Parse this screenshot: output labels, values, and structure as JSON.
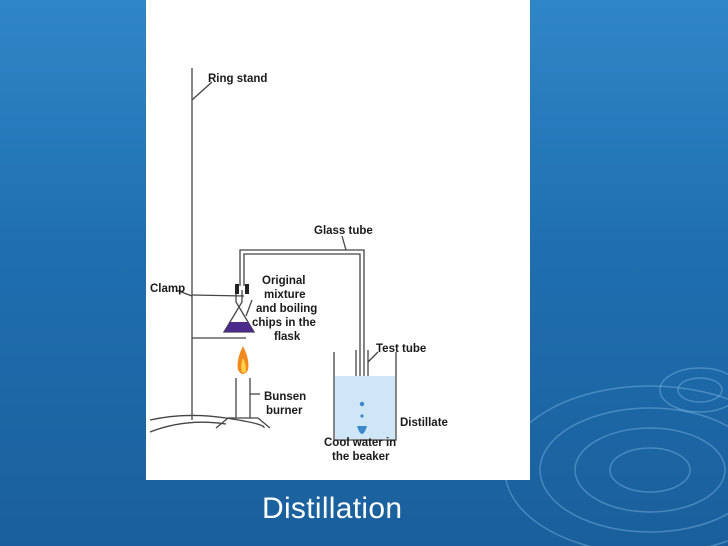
{
  "slide": {
    "title": "Distillation",
    "colors": {
      "background": "#1f6fb0",
      "panel": "#ffffff",
      "title_text": "#ffffff"
    }
  },
  "diagram": {
    "labels": {
      "ring_stand": "Ring stand",
      "glass_tube": "Glass tube",
      "clamp": "Clamp",
      "mixture": [
        "Original",
        "mixture",
        "and boiling",
        "chips in the",
        "flask"
      ],
      "test_tube": "Test tube",
      "bunsen": [
        "Bunsen",
        "burner"
      ],
      "distillate": "Distillate",
      "cool_water": [
        "Cool water in",
        "the beaker"
      ]
    },
    "colors": {
      "liquid": "#4b2a8c",
      "water": "#cfe6f7",
      "distillate": "#3c88cf",
      "flame": "#f08a1e",
      "line": "#444444"
    }
  }
}
